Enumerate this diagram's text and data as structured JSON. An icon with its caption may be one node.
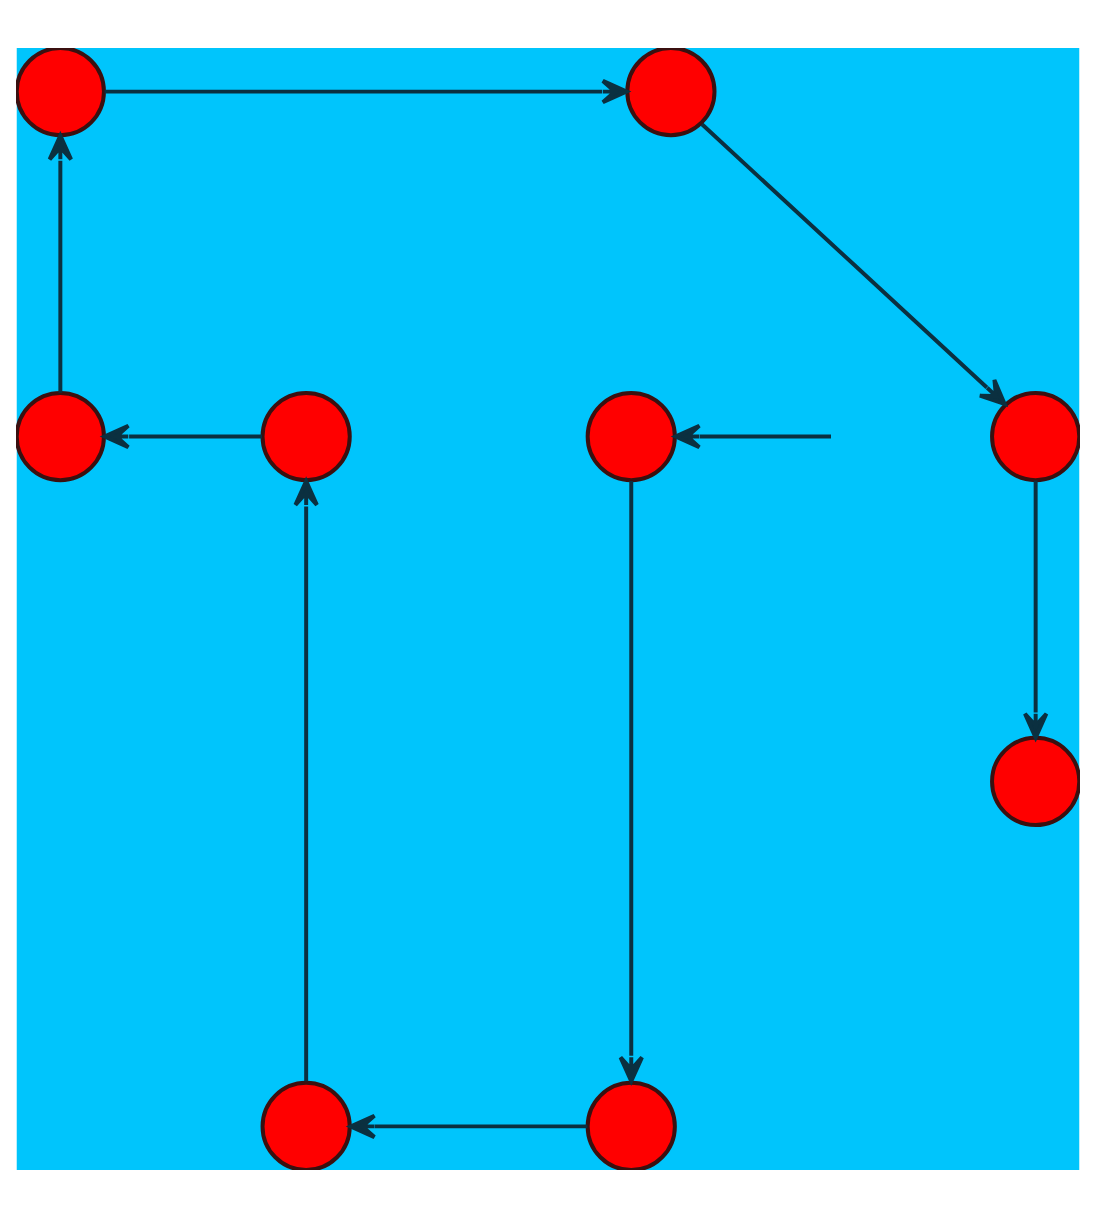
{
  "diagram": {
    "nodes": [
      {
        "text": [],
        "shape": "circle"
      },
      {
        "text": [],
        "shape": "circle"
      },
      {
        "text": [],
        "shape": "circle"
      },
      {
        "text": [],
        "shape": "circle"
      },
      {
        "text": [],
        "shape": "circle"
      },
      {
        "text": [],
        "shape": "circle"
      },
      {
        "text": [],
        "shape": "circle"
      },
      {
        "text": [],
        "shape": "circle"
      },
      {
        "text": [],
        "shape": "circle"
      }
    ],
    "edges": [
      {
        "from": 0,
        "to": 1,
        "arrow": "to"
      },
      {
        "from": 1,
        "to": 5,
        "arrow": "to"
      },
      {
        "from": 5,
        "to": 6,
        "arrow": "to"
      },
      {
        "from": null,
        "to": 4,
        "arrow": "to"
      },
      {
        "from": 3,
        "to": 2,
        "arrow": "to"
      },
      {
        "from": 2,
        "to": 0,
        "arrow": "to"
      },
      {
        "from": 4,
        "to": 8,
        "arrow": "to"
      },
      {
        "from": 8,
        "to": 7,
        "arrow": "to"
      },
      {
        "from": 7,
        "to": 3,
        "arrow": "to"
      }
    ]
  }
}
